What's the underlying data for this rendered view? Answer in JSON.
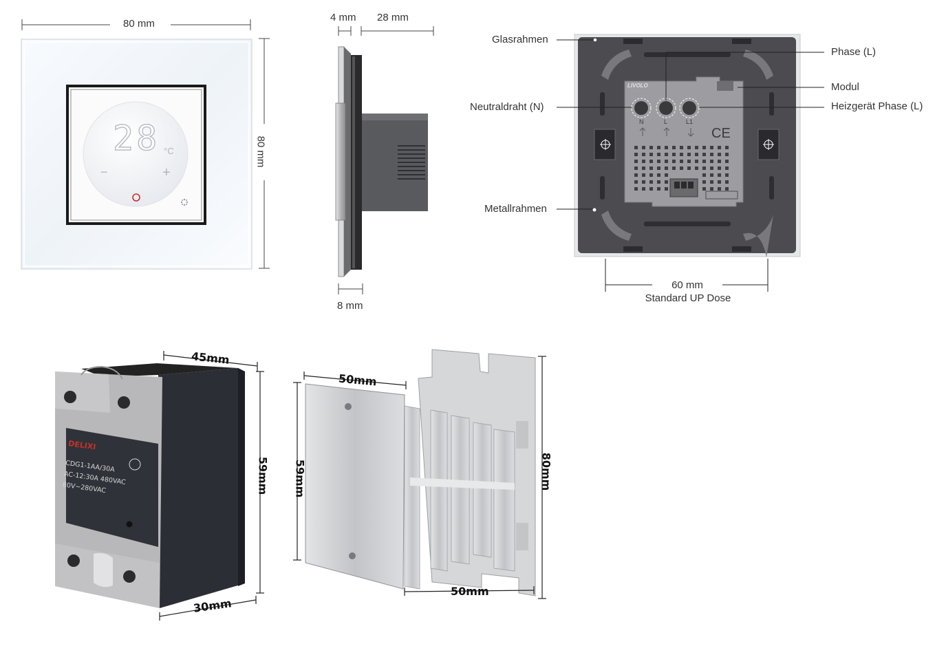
{
  "thermostat_front": {
    "width_label": "80 mm",
    "height_label": "80 mm",
    "temperature_display": "28",
    "unit": "°C",
    "minus_symbol": "−",
    "plus_symbol": "+"
  },
  "thermostat_side": {
    "frame_depth_label": "4 mm",
    "module_depth_label": "28 mm",
    "glass_depth_label": "8 mm"
  },
  "thermostat_back": {
    "labels": {
      "glasrahmen": "Glasrahmen",
      "phase": "Phase (L)",
      "modul": "Modul",
      "neutral": "Neutraldraht (N)",
      "heizgeraet": "Heizgerät Phase (L)",
      "metallrahmen": "Metallrahmen"
    },
    "box_spacing_label": "60 mm",
    "box_caption": "Standard UP Dose",
    "module_brand": "LIVOLO",
    "terminal_marks": [
      "N",
      "L",
      "L1"
    ],
    "ce_mark": "CE"
  },
  "relay": {
    "width_label": "45mm",
    "height_label": "59mm",
    "depth_label": "30mm",
    "brand": "DELIXI",
    "model": "CDG1-1AA/30A",
    "rating_ac": "AC-12:30A 480VAC",
    "rating_input": "80V~280VAC"
  },
  "heatsink": {
    "plate_width_label": "50mm",
    "plate_height_label": "59mm",
    "sink_height_label": "80mm",
    "sink_width_label": "50mm"
  },
  "colors": {
    "glass_white": "#f4f8fb",
    "back_panel": "#4a4a4f",
    "module_grey": "#9a9a9e",
    "relay_dark": "#2e3138",
    "relay_grey": "#b9b9bb",
    "aluminium": "#c9cbcd",
    "accent_red": "#c6312a"
  }
}
